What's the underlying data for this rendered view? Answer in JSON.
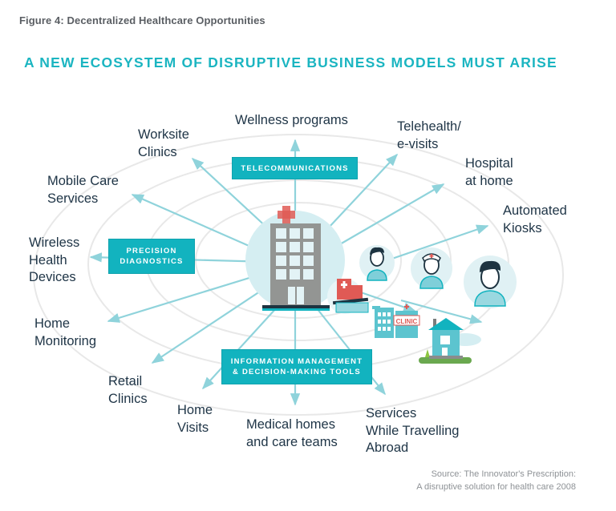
{
  "figure_title": "Figure 4: Decentralized Healthcare Opportunities",
  "headline": "A NEW ECOSYSTEM OF DISRUPTIVE BUSINESS MODELS MUST ARISE",
  "colors": {
    "accent": "#12b3bf",
    "arrow": "#8fd3db",
    "ring": "#e6e6e6",
    "label_text": "#1e3446",
    "building": "#939593",
    "cross": "#e05a55",
    "halo": "#d5eef2"
  },
  "center": {
    "name": "Hospital",
    "icon": "hospital-building-icon"
  },
  "category_boxes": {
    "telecommunications": "TELECOMMUNICATIONS",
    "precision_diagnostics": [
      "PRECISION",
      "DIAGNOSTICS"
    ],
    "information_management": [
      "INFORMATION MANAGEMENT",
      "& DECISION-MAKING TOOLS"
    ]
  },
  "opportunities": [
    "Wellness programs",
    "Telehealth/\ne-visits",
    "Hospital\nat home",
    "Automated\nKiosks",
    "Worksite\nClinics",
    "Mobile Care\nServices",
    "Wireless\nHealth\nDevices",
    "Home\nMonitoring",
    "Retail\nClinics",
    "Home\nVisits",
    "Medical homes\nand care teams",
    "Services\nWhile Travelling\nAbroad"
  ],
  "icons": [
    "doctor-icon",
    "nurse-icon",
    "patient-icon",
    "clinic-icon",
    "house-icon",
    "hospital-bed-icon"
  ],
  "clinic_sign": "CLINIC",
  "source": [
    "Source: The Innovator's Prescription:",
    "A disruptive solution for health care 2008"
  ]
}
